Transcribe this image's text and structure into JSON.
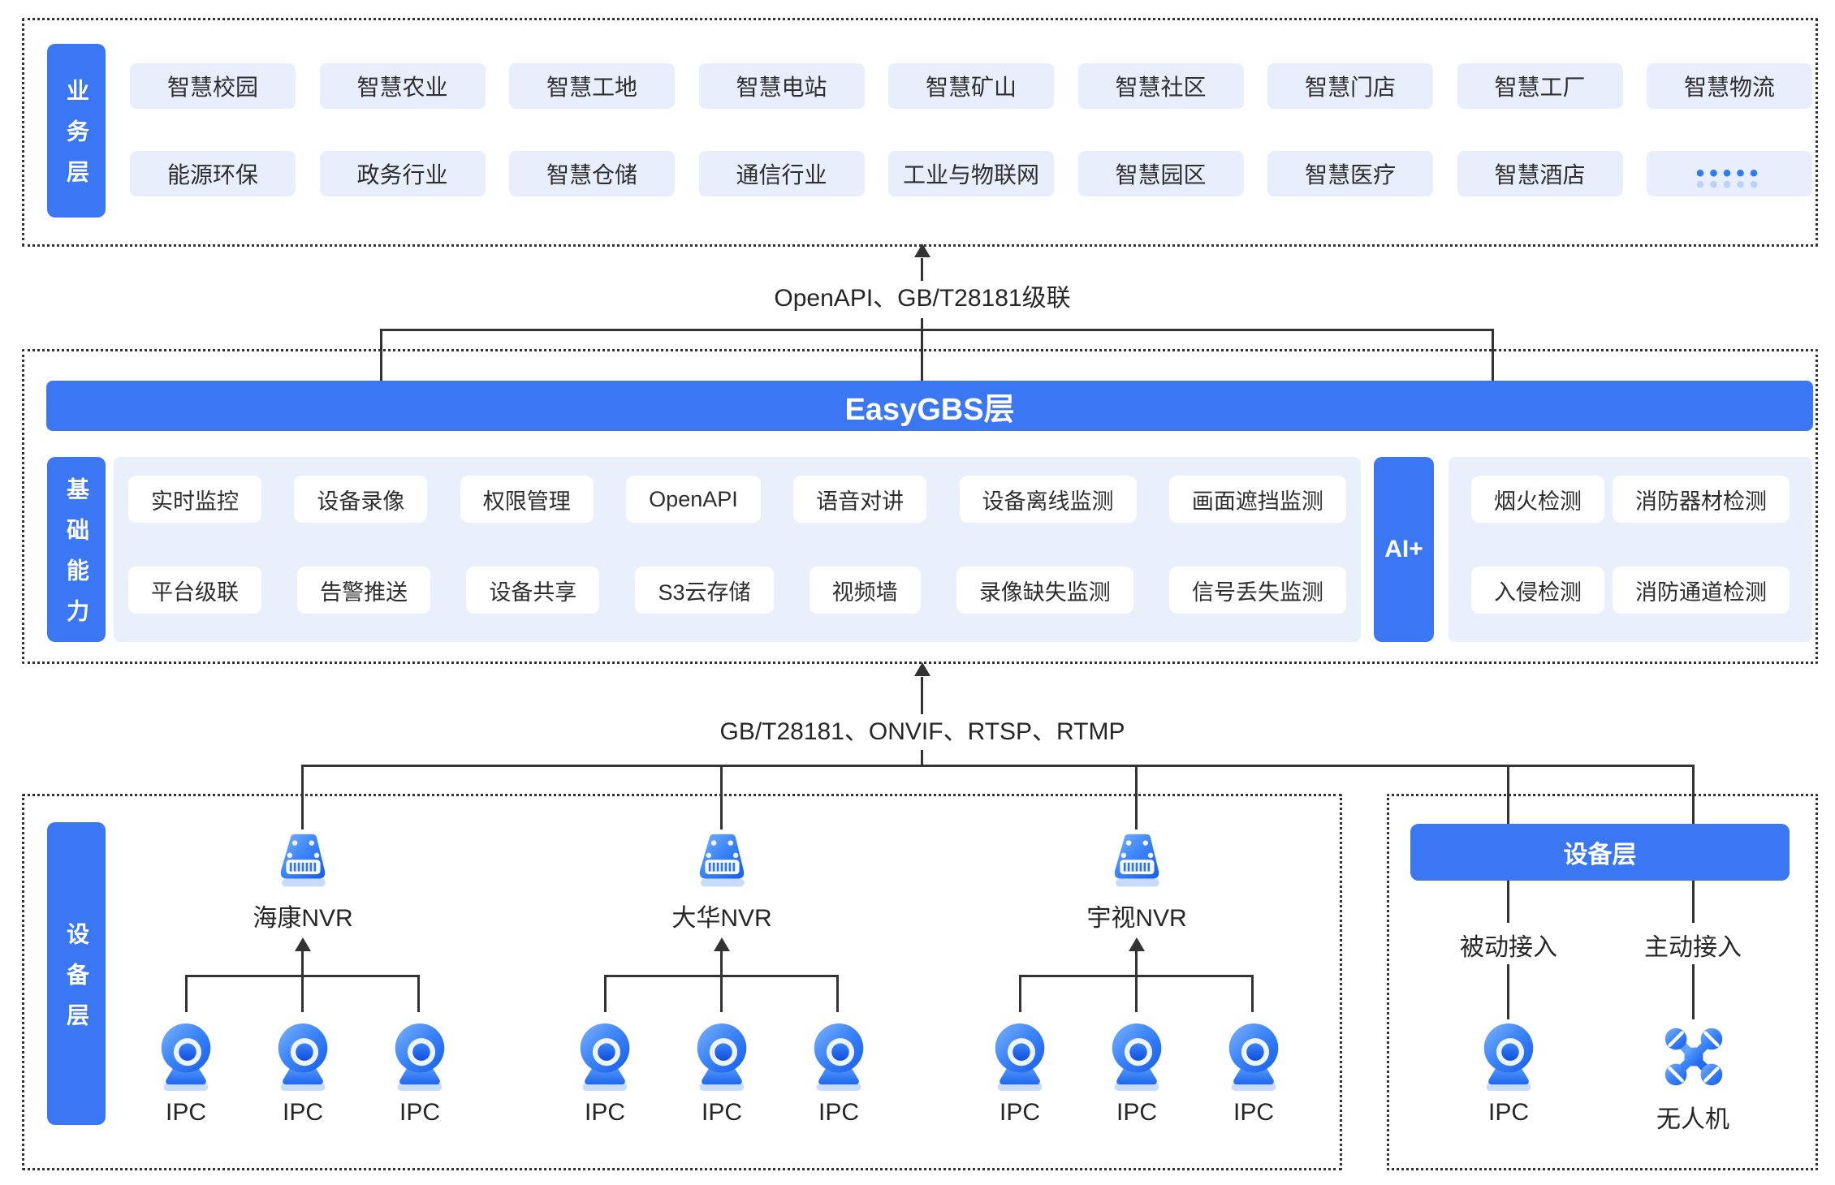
{
  "palette": {
    "primary_blue": "#3B76F3",
    "chip_bg": "#E8EEFB",
    "panel_bg": "#E9EFFB",
    "line_color": "#333333",
    "text_color": "#262626",
    "dots_color": "#2E7CF6"
  },
  "business_layer": {
    "label": "业务层",
    "row1": [
      "智慧校园",
      "智慧农业",
      "智慧工地",
      "智慧电站",
      "智慧矿山",
      "智慧社区",
      "智慧门店",
      "智慧工厂",
      "智慧物流"
    ],
    "row2": [
      "能源环保",
      "政务行业",
      "智慧仓储",
      "通信行业",
      "工业与物联网",
      "智慧园区",
      "智慧医疗",
      "智慧酒店",
      "•••••"
    ]
  },
  "links": {
    "top": "OpenAPI、GB/T28181级联",
    "bottom": "GB/T28181、ONVIF、RTSP、RTMP"
  },
  "core_layer": {
    "title": "EasyGBS层",
    "side_label": "基础能力",
    "row1": [
      "实时监控",
      "设备录像",
      "权限管理",
      "OpenAPI",
      "语音对讲",
      "设备离线监测",
      "画面遮挡监测"
    ],
    "row2": [
      "平台级联",
      "告警推送",
      "设备共享",
      "S3云存储",
      "视频墙",
      "录像缺失监测",
      "信号丢失监测"
    ],
    "ai": {
      "side_label": "AI+",
      "row1": [
        "烟火检测",
        "消防器材检测"
      ],
      "row2": [
        "入侵检测",
        "消防通道检测"
      ]
    }
  },
  "device_layer": {
    "side_label": "设备层",
    "nvr_groups": [
      {
        "name": "海康NVR",
        "ipcs": [
          "IPC",
          "IPC",
          "IPC"
        ]
      },
      {
        "name": "大华NVR",
        "ipcs": [
          "IPC",
          "IPC",
          "IPC"
        ]
      },
      {
        "name": "宇视NVR",
        "ipcs": [
          "IPC",
          "IPC",
          "IPC"
        ]
      }
    ],
    "access_box": {
      "header": "设备层",
      "passive_mode": "被动接入",
      "passive_device": "IPC",
      "active_mode": "主动接入",
      "active_device": "无人机"
    }
  }
}
